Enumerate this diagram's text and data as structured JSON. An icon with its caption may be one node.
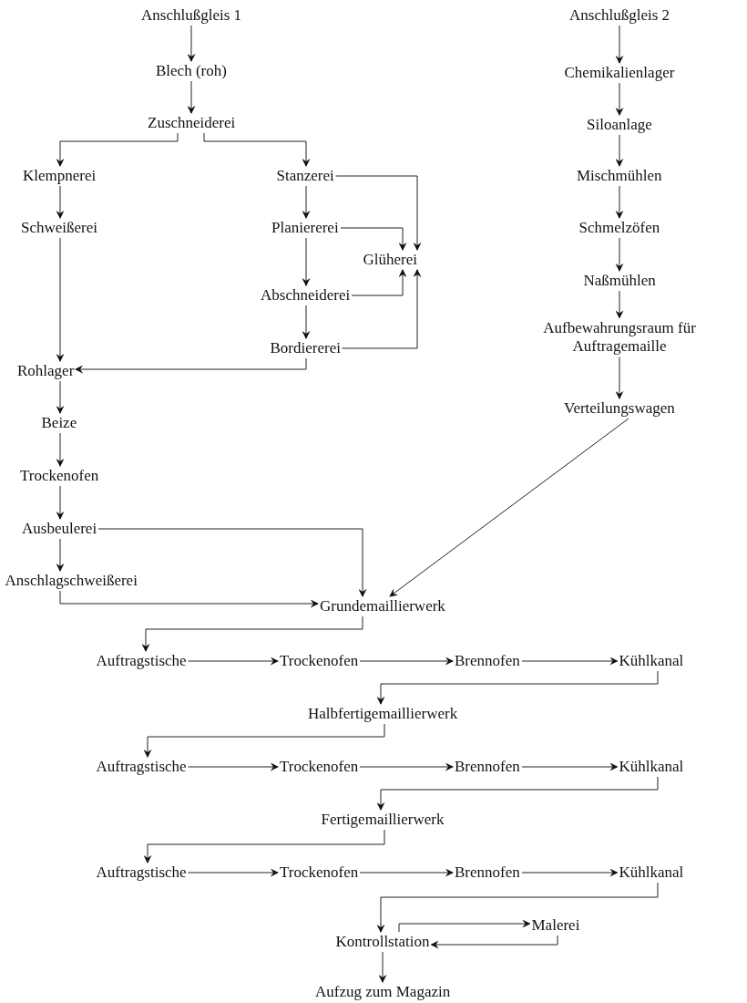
{
  "diagram": {
    "nodes": [
      {
        "text": [
          "Anschlußgleis 1"
        ]
      },
      {
        "text": [
          "Blech (roh)"
        ]
      },
      {
        "text": [
          "Zuschneiderei"
        ]
      },
      {
        "text": [
          "Klempnerei"
        ]
      },
      {
        "text": [
          "Stanzerei"
        ]
      },
      {
        "text": [
          "Schweißerei"
        ]
      },
      {
        "text": [
          "Planiererei"
        ]
      },
      {
        "text": [
          "Glüherei"
        ]
      },
      {
        "text": [
          "Abschneiderei"
        ]
      },
      {
        "text": [
          "Bordiererei"
        ]
      },
      {
        "text": [
          "Rohlager"
        ]
      },
      {
        "text": [
          "Beize"
        ]
      },
      {
        "text": [
          "Trockenofen"
        ]
      },
      {
        "text": [
          "Ausbeulerei"
        ]
      },
      {
        "text": [
          "Anschlagschweißerei"
        ]
      },
      {
        "text": [
          "Grundemaillierwerk"
        ]
      },
      {
        "text": [
          "Anschlußgleis 2"
        ]
      },
      {
        "text": [
          "Chemikalienlager"
        ]
      },
      {
        "text": [
          "Siloanlage"
        ]
      },
      {
        "text": [
          "Mischmühlen"
        ]
      },
      {
        "text": [
          "Schmelzöfen"
        ]
      },
      {
        "text": [
          "Naßmühlen"
        ]
      },
      {
        "text": [
          "Aufbewahrungsraum für Auftragemaille"
        ]
      },
      {
        "text": [
          "Verteilungswagen"
        ]
      },
      {
        "text": [
          "Auftragstische"
        ]
      },
      {
        "text": [
          "Trockenofen"
        ]
      },
      {
        "text": [
          "Brennofen"
        ]
      },
      {
        "text": [
          "Kühlkanal"
        ]
      },
      {
        "text": [
          "Halbfertigemaillierwerk"
        ]
      },
      {
        "text": [
          "Auftragstische"
        ]
      },
      {
        "text": [
          "Trockenofen"
        ]
      },
      {
        "text": [
          "Brennofen"
        ]
      },
      {
        "text": [
          "Kühlkanal"
        ]
      },
      {
        "text": [
          "Fertigemaillierwerk"
        ]
      },
      {
        "text": [
          "Auftragstische"
        ]
      },
      {
        "text": [
          "Trockenofen"
        ]
      },
      {
        "text": [
          "Brennofen"
        ]
      },
      {
        "text": [
          "Kühlkanal"
        ]
      },
      {
        "text": [
          "Malerei"
        ]
      },
      {
        "text": [
          "Kontrollstation"
        ]
      },
      {
        "text": [
          "Aufzug zum Magazin"
        ]
      }
    ],
    "edges": [
      {
        "from": 0,
        "to": 1,
        "arrow": "to"
      },
      {
        "from": 1,
        "to": 2,
        "arrow": "to"
      },
      {
        "from": 2,
        "to": 3,
        "arrow": "to"
      },
      {
        "from": 2,
        "to": 4,
        "arrow": "to"
      },
      {
        "from": 3,
        "to": 5,
        "arrow": "to"
      },
      {
        "from": 4,
        "to": 6,
        "arrow": "to"
      },
      {
        "from": 4,
        "to": 7,
        "arrow": "to"
      },
      {
        "from": 6,
        "to": 7,
        "arrow": "to"
      },
      {
        "from": 6,
        "to": 8,
        "arrow": "to"
      },
      {
        "from": 8,
        "to": 7,
        "arrow": "to"
      },
      {
        "from": 8,
        "to": 9,
        "arrow": "to"
      },
      {
        "from": 9,
        "to": 7,
        "arrow": "to"
      },
      {
        "from": 9,
        "to": 10,
        "arrow": "to"
      },
      {
        "from": 5,
        "to": 10,
        "arrow": "to"
      },
      {
        "from": 10,
        "to": 11,
        "arrow": "to"
      },
      {
        "from": 11,
        "to": 12,
        "arrow": "to"
      },
      {
        "from": 12,
        "to": 13,
        "arrow": "to"
      },
      {
        "from": 13,
        "to": 14,
        "arrow": "to"
      },
      {
        "from": 13,
        "to": 15,
        "arrow": "to"
      },
      {
        "from": 14,
        "to": 15,
        "arrow": "to"
      },
      {
        "from": 16,
        "to": 17,
        "arrow": "to"
      },
      {
        "from": 17,
        "to": 18,
        "arrow": "to"
      },
      {
        "from": 18,
        "to": 19,
        "arrow": "to"
      },
      {
        "from": 19,
        "to": 20,
        "arrow": "to"
      },
      {
        "from": 20,
        "to": 21,
        "arrow": "to"
      },
      {
        "from": 21,
        "to": 22,
        "arrow": "to"
      },
      {
        "from": 22,
        "to": 23,
        "arrow": "to"
      },
      {
        "from": 23,
        "to": 15,
        "arrow": "to"
      },
      {
        "from": 15,
        "to": 24,
        "arrow": "to"
      },
      {
        "from": 24,
        "to": 25,
        "arrow": "to"
      },
      {
        "from": 25,
        "to": 26,
        "arrow": "to"
      },
      {
        "from": 26,
        "to": 27,
        "arrow": "to"
      },
      {
        "from": 27,
        "to": 28,
        "arrow": "to"
      },
      {
        "from": 28,
        "to": 29,
        "arrow": "to"
      },
      {
        "from": 29,
        "to": 30,
        "arrow": "to"
      },
      {
        "from": 30,
        "to": 31,
        "arrow": "to"
      },
      {
        "from": 31,
        "to": 32,
        "arrow": "to"
      },
      {
        "from": 32,
        "to": 33,
        "arrow": "to"
      },
      {
        "from": 33,
        "to": 34,
        "arrow": "to"
      },
      {
        "from": 34,
        "to": 35,
        "arrow": "to"
      },
      {
        "from": 35,
        "to": 36,
        "arrow": "to"
      },
      {
        "from": 36,
        "to": 37,
        "arrow": "to"
      },
      {
        "from": 37,
        "to": 39,
        "arrow": "to"
      },
      {
        "from": 39,
        "to": 38,
        "arrow": "to"
      },
      {
        "from": 38,
        "to": 39,
        "arrow": "to"
      },
      {
        "from": 39,
        "to": 40,
        "arrow": "to"
      }
    ]
  }
}
